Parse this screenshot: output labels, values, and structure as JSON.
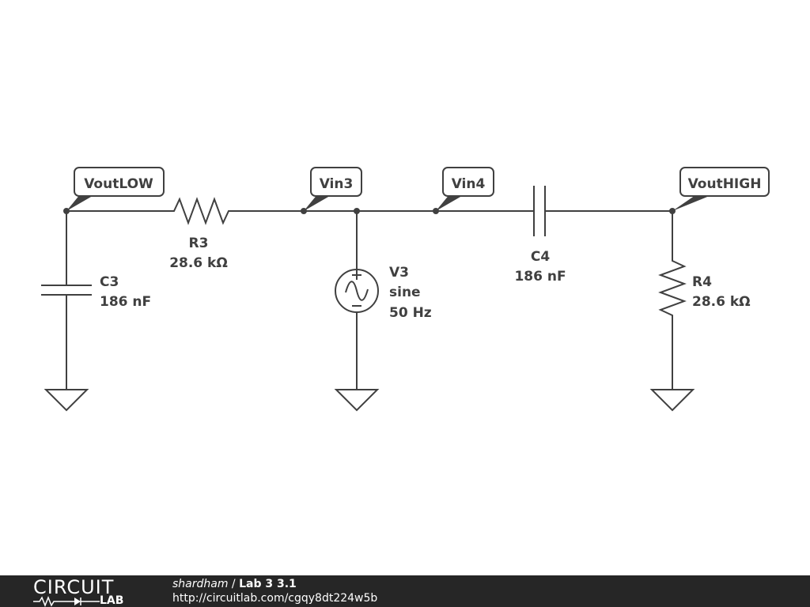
{
  "nets": {
    "vout_low": "VoutLOW",
    "vin3": "Vin3",
    "vin4": "Vin4",
    "vout_high": "VoutHIGH"
  },
  "components": {
    "r3": {
      "name": "R3",
      "value": "28.6 kΩ"
    },
    "c3": {
      "name": "C3",
      "value": "186 nF"
    },
    "v3": {
      "name": "V3",
      "type": "sine",
      "freq": "50 Hz"
    },
    "c4": {
      "name": "C4",
      "value": "186 nF"
    },
    "r4": {
      "name": "R4",
      "value": "28.6 kΩ"
    }
  },
  "footer": {
    "logo_top": "CIRCUIT",
    "logo_bottom": "LAB",
    "author": "shardham",
    "separator": " / ",
    "title": "Lab 3 3.1",
    "url": "http://circuitlab.com/cgqy8dt224w5b"
  },
  "colors": {
    "stroke": "#404040",
    "footer_bg": "#262626"
  }
}
